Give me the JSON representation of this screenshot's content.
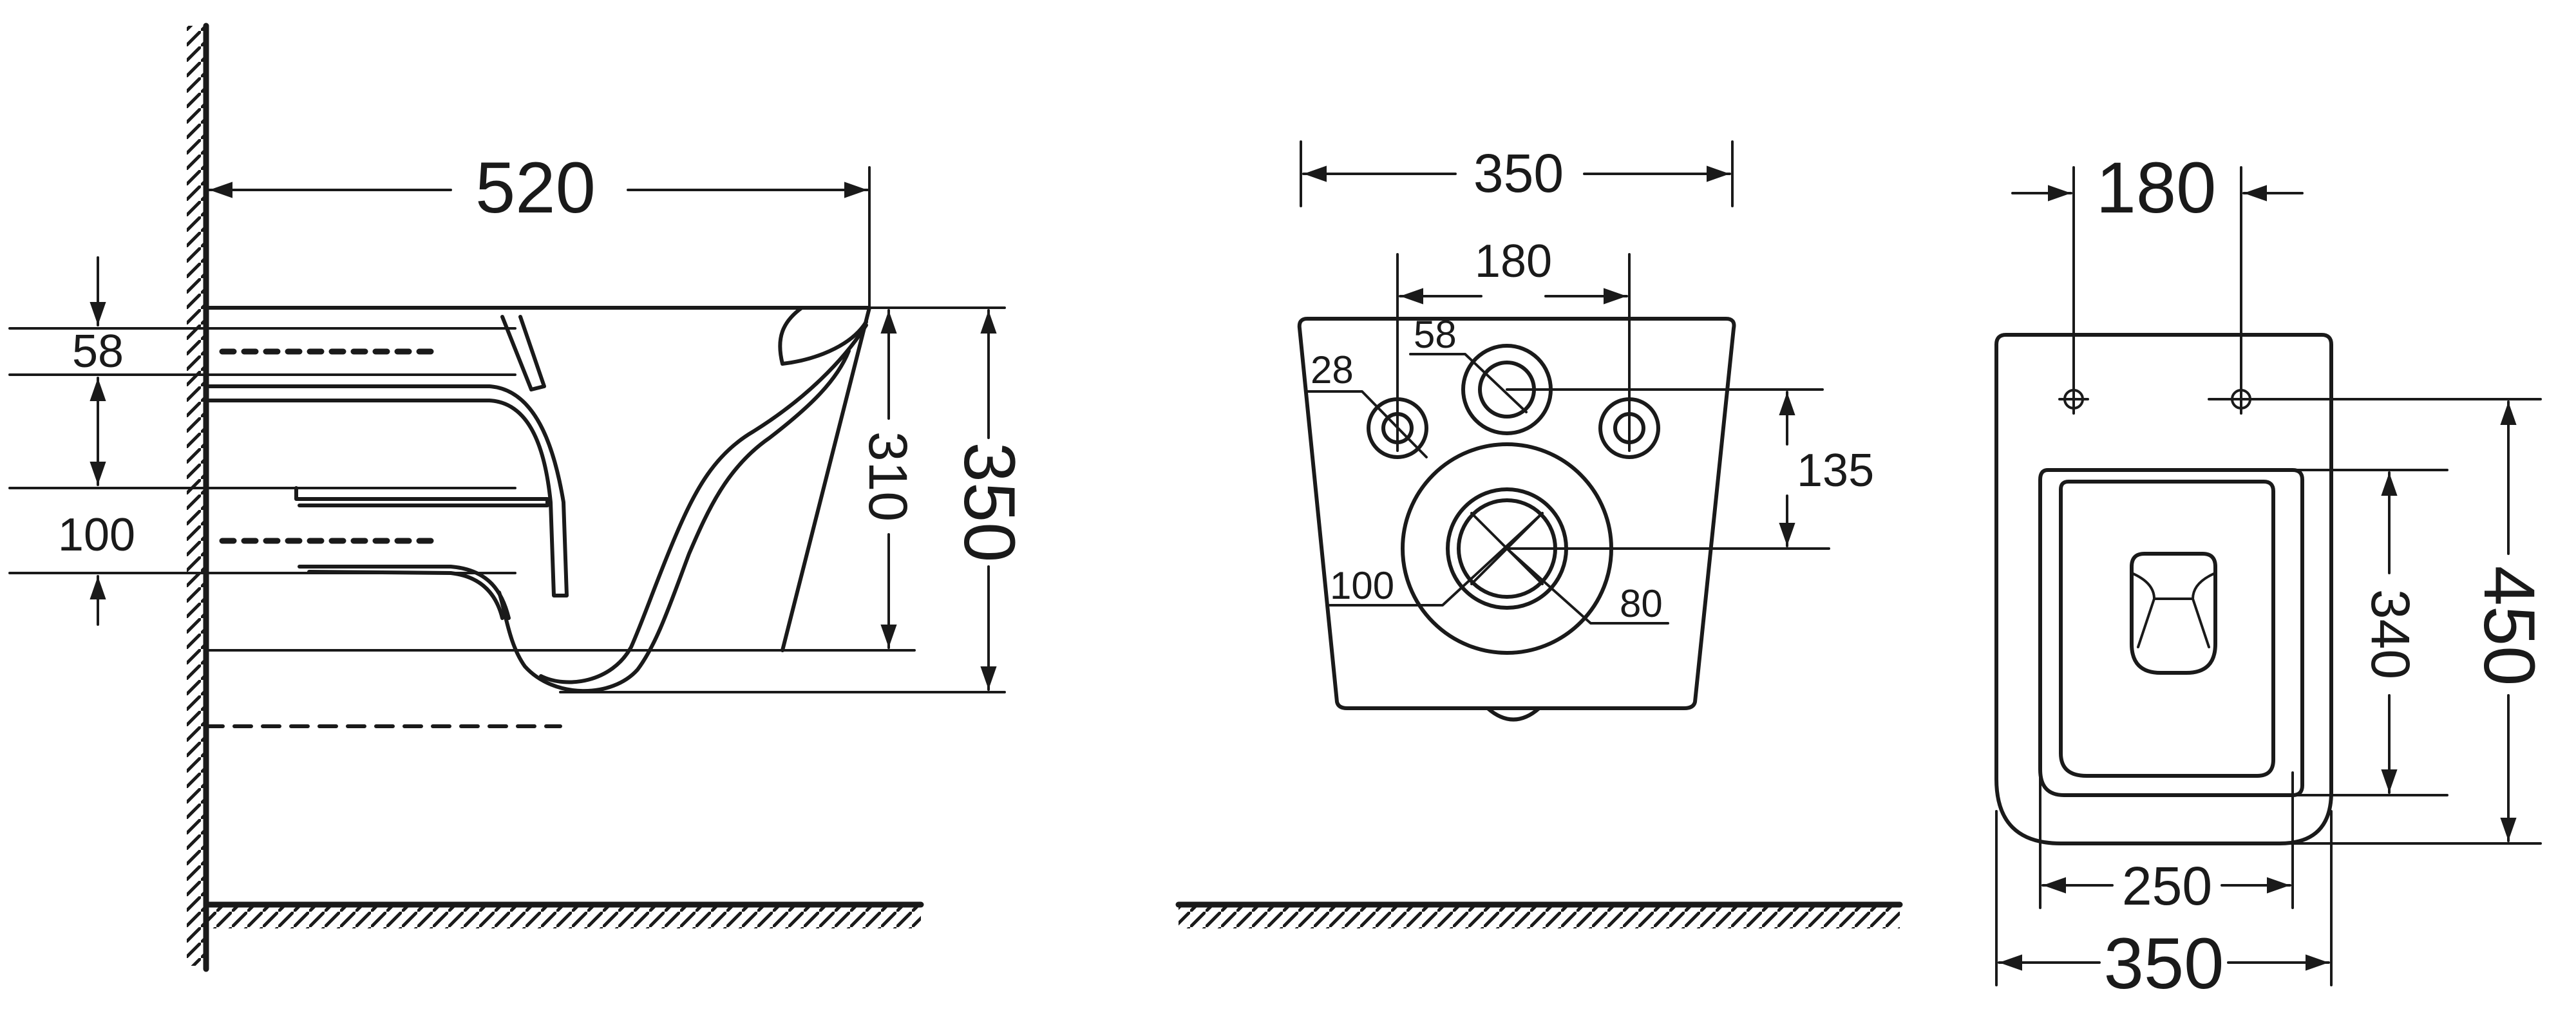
{
  "side_view": {
    "overall_length": "520",
    "height_total": "350",
    "height_bowl": "310",
    "inlet_dim": "58",
    "outlet_dim": "100"
  },
  "back_view": {
    "width": "350",
    "bolt_spacing": "180",
    "bolt_diameter": "28",
    "inlet_diameter": "58",
    "outlet_outer": "100",
    "outlet_inner": "80",
    "vertical_offset": "135"
  },
  "top_view": {
    "bolt_spacing": "180",
    "bowl_length": "340",
    "overall_length": "450",
    "bowl_width": "250",
    "overall_width": "350"
  },
  "colors": {
    "line": "#1a1a1a",
    "background": "#ffffff"
  }
}
